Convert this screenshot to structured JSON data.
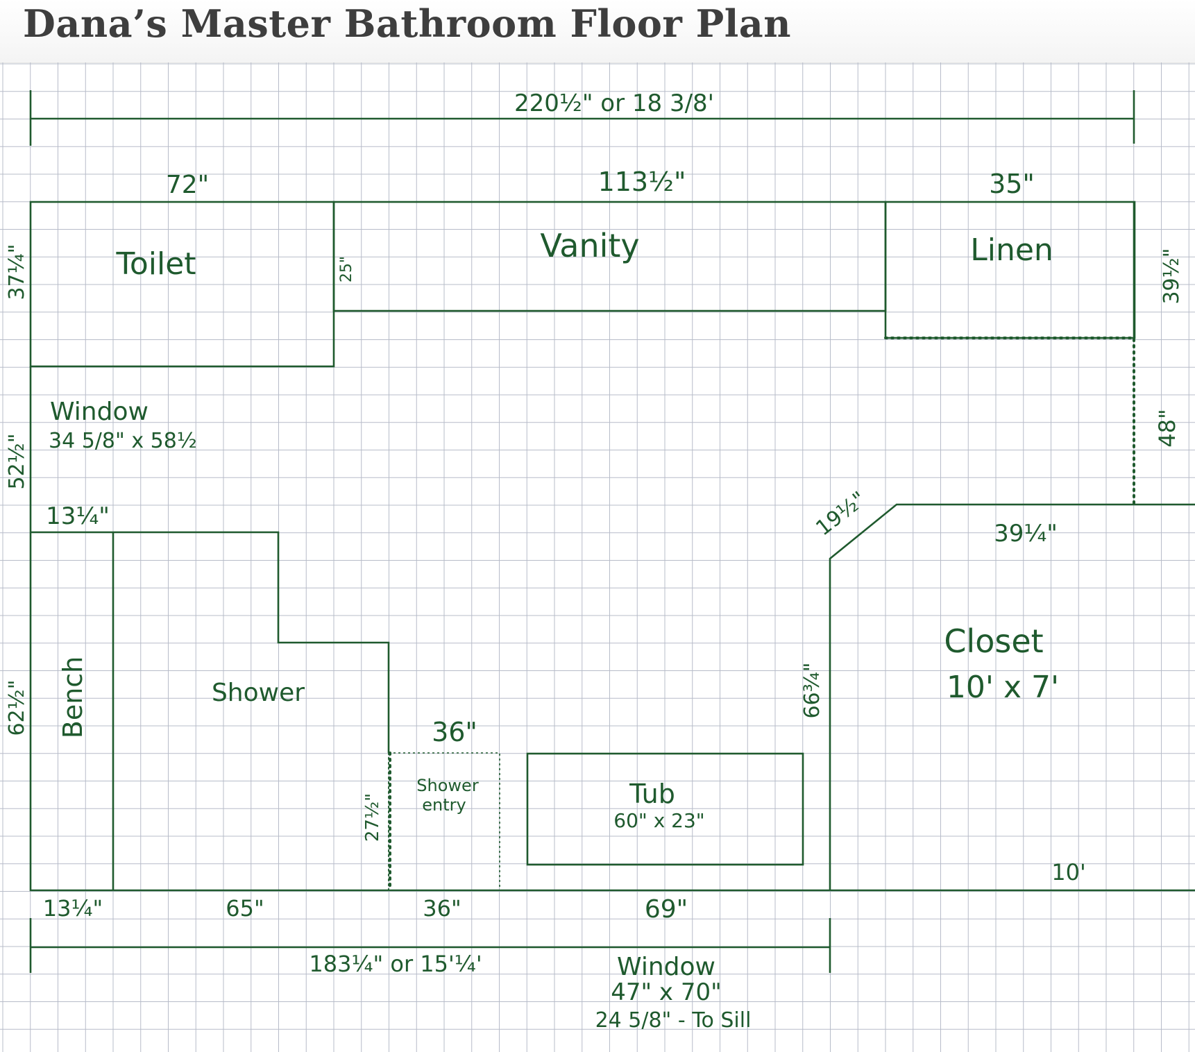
{
  "title": "Dana’s Master Bathroom Floor Plan",
  "colors": {
    "ink": "#1f5a2e",
    "grid": "#b7bcc9",
    "title": "#3e3e3e"
  },
  "dimensions": {
    "overall_width": "220½\" or 18 3/8'",
    "toilet_width": "72\"",
    "vanity_width": "113½\"",
    "linen_width": "35\"",
    "left_top": "37¼\"",
    "vanity_depth": "25\"",
    "linen_depth": "39½\"",
    "closet_side": "48\"",
    "left_window_wall": "52½\"",
    "bench_top": "13¼\"",
    "angle": "19½\"",
    "closet_top": "39¼\"",
    "left_bottom": "62½\"",
    "closet_left": "66¾\"",
    "entry_width": "36\"",
    "entry_depth": "27½\"",
    "bottom_bench": "13¼\"",
    "bottom_shower": "65\"",
    "bottom_entry": "36\"",
    "bottom_tub": "69\"",
    "closet_bottom": "10'",
    "bottom_total": "183¼\" or 15'¼'"
  },
  "rooms": {
    "toilet": "Toilet",
    "vanity": "Vanity",
    "linen": "Linen",
    "bench": "Bench",
    "shower": "Shower",
    "shower_entry_1": "Shower",
    "shower_entry_2": "entry",
    "tub": "Tub",
    "tub_size": "60\" x 23\"",
    "closet": "Closet",
    "closet_size": "10' x 7'"
  },
  "windows": {
    "left_label": "Window",
    "left_size": "34 5/8\" x 58½",
    "bottom_label": "Window",
    "bottom_size": "47\" x 70\"",
    "bottom_sill": "24 5/8\" - To Sill"
  }
}
